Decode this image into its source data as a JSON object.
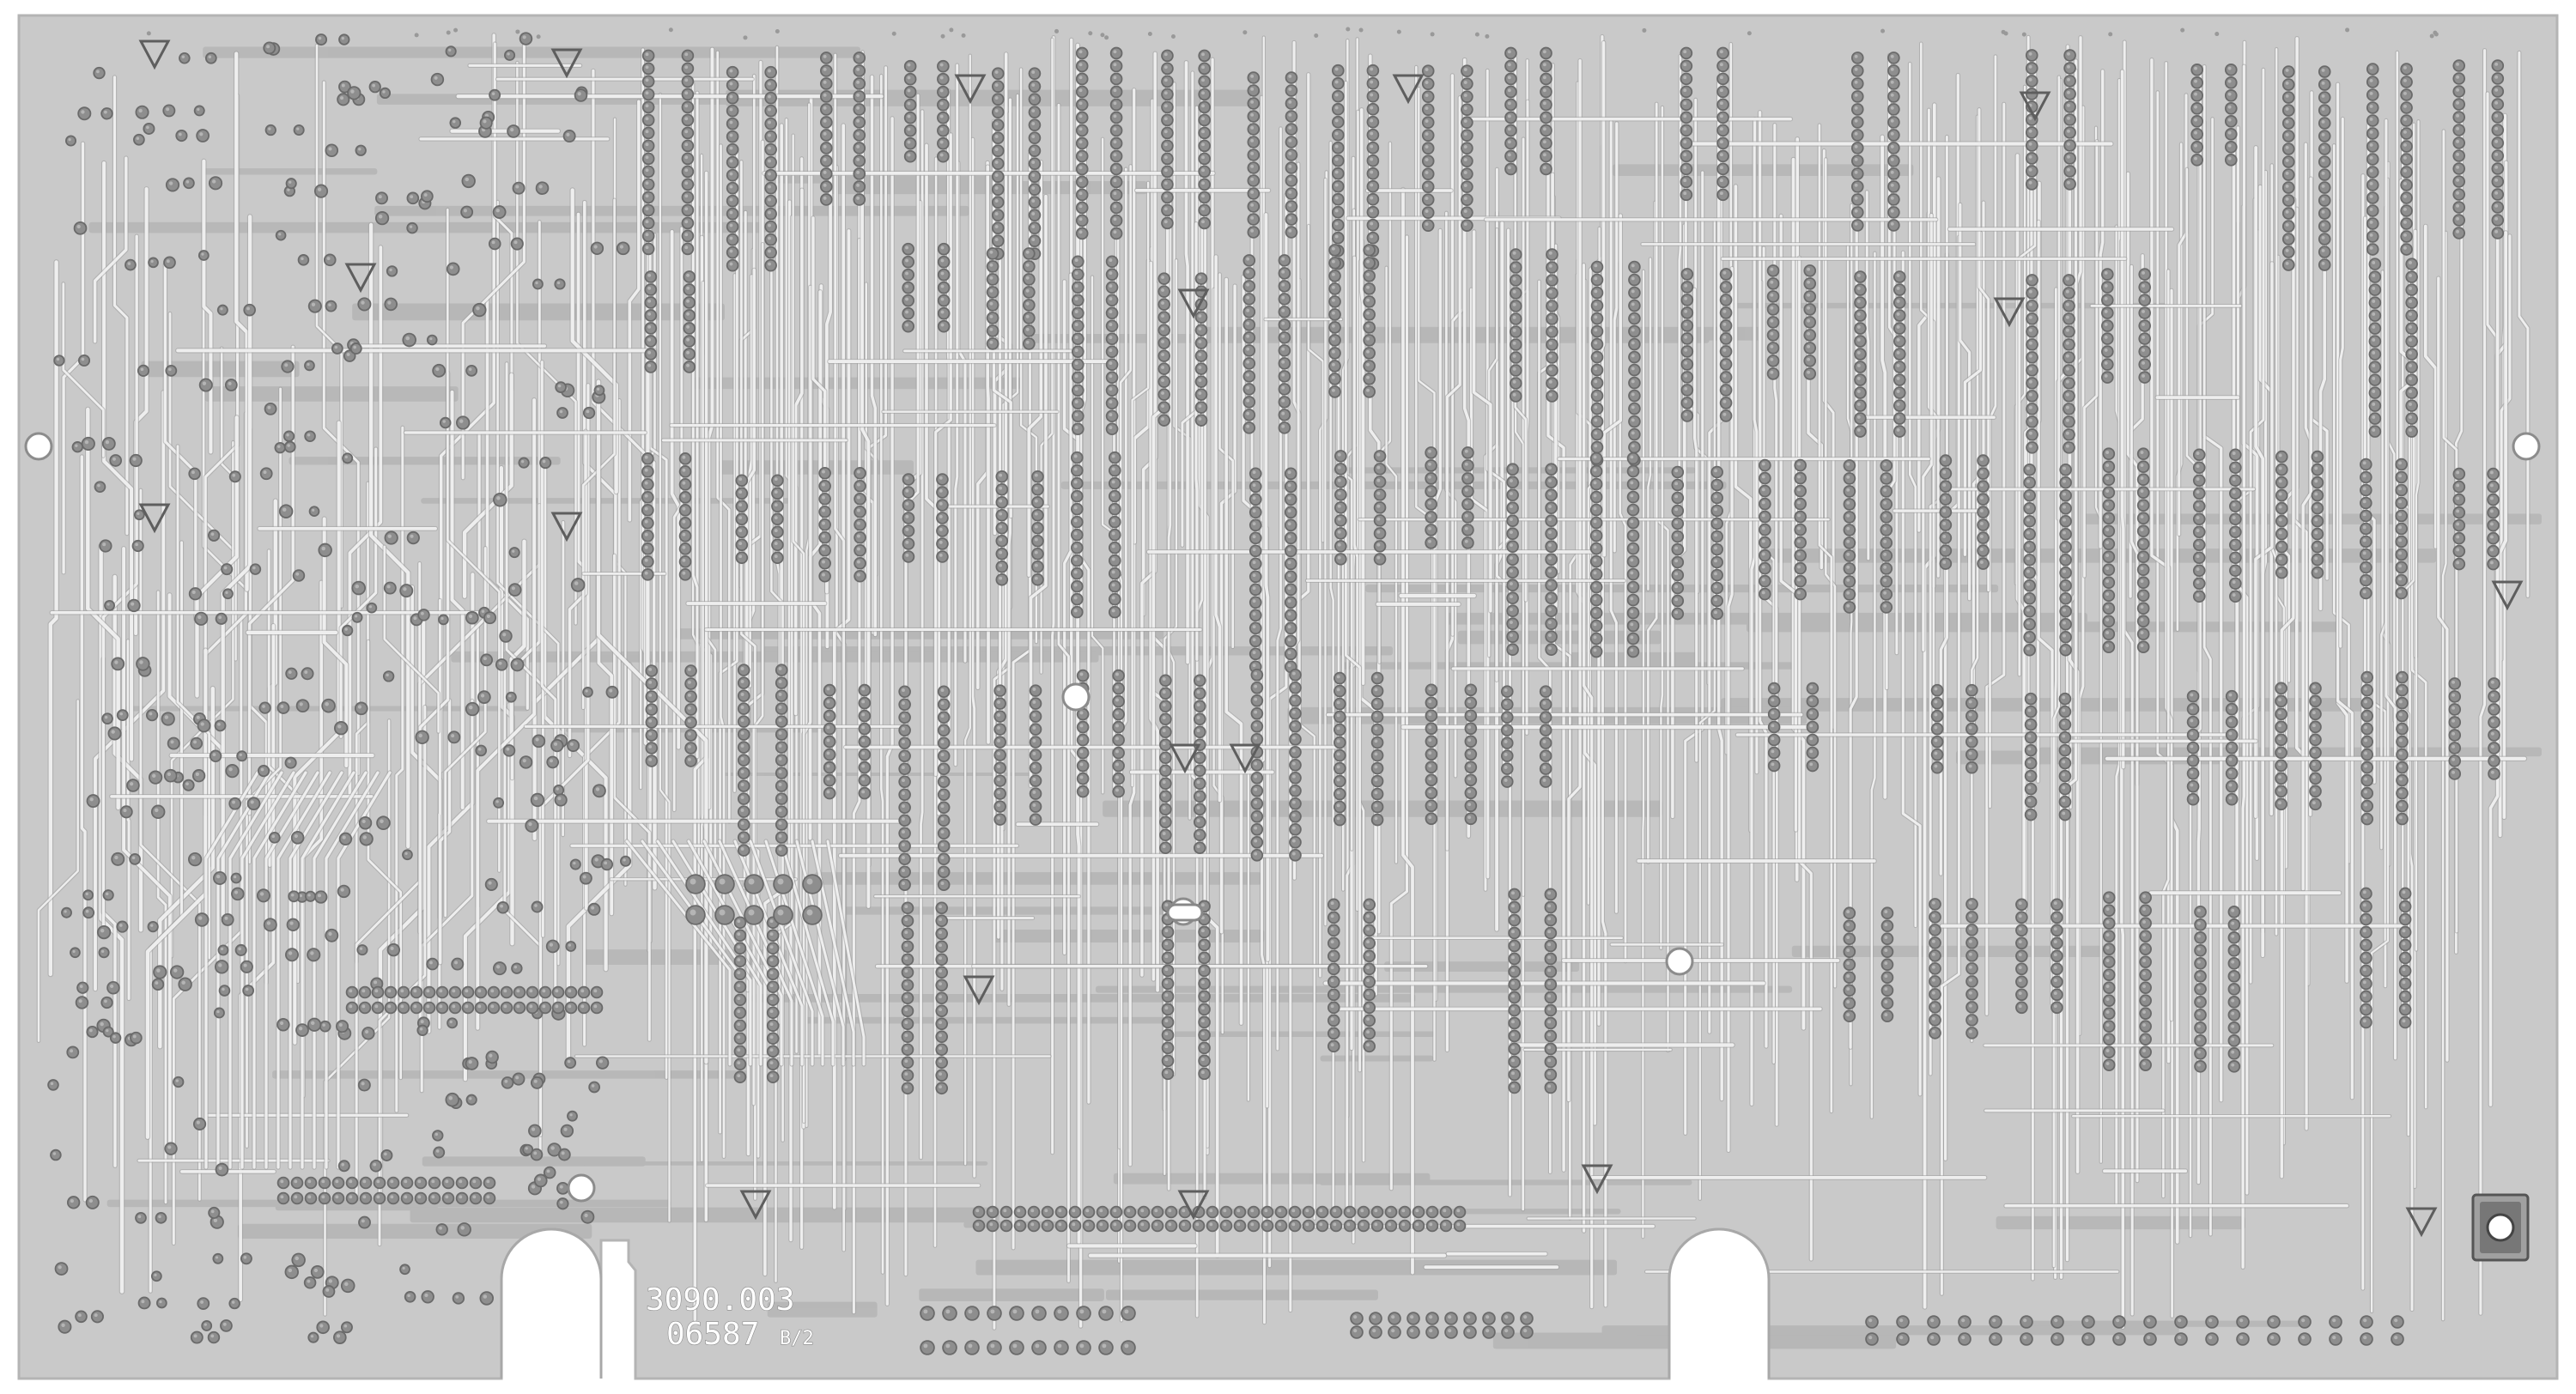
{
  "board": {
    "silkscreen_line1": "3090.003",
    "silkscreen_line2": "06587",
    "silkscreen_rev": "B/2"
  },
  "colors": {
    "background": "#ffffff",
    "substrate": "#c9c9c9",
    "substrate_edge": "#b4b4b4",
    "trace": "#eeeeee",
    "trace_shadow": "#9c9c9c",
    "pad": "#8e8e8e",
    "pad_ring": "#6a6a6a",
    "hole": "#ffffff"
  },
  "icons": [
    "triangle-marker-icon",
    "mounting-hole-icon",
    "board-slot-icon",
    "ground-pad-icon"
  ]
}
